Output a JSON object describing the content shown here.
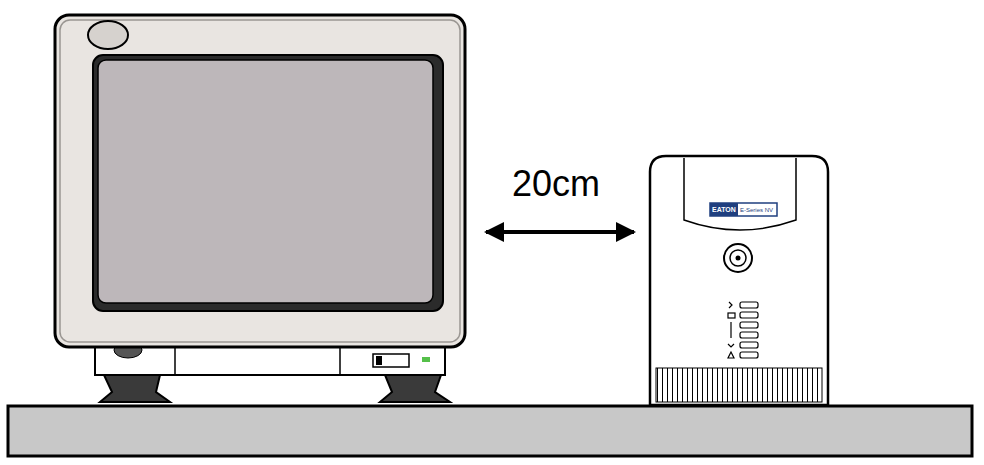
{
  "diagram": {
    "labels": [
      "20cm",
      "EATON",
      "E-Series NV"
    ]
  }
}
